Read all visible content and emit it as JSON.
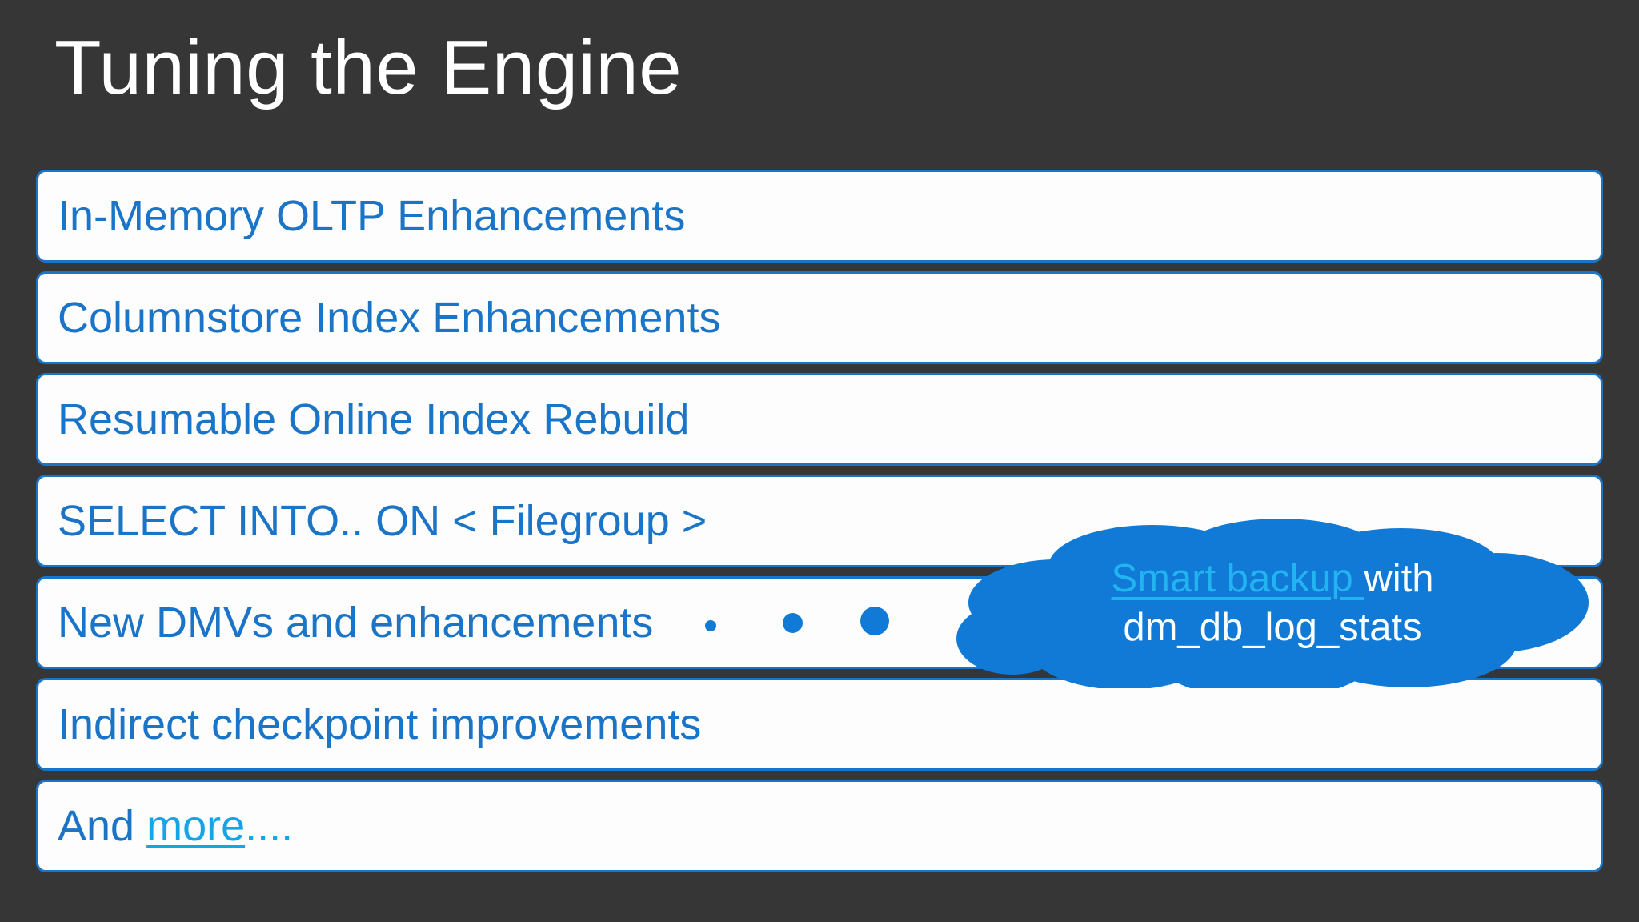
{
  "slide": {
    "title": "Tuning the Engine",
    "background_color": "#363636",
    "accent_color": "#1a74c8",
    "link_color": "#12a5e8"
  },
  "cards": [
    {
      "label": "In-Memory OLTP Enhancements"
    },
    {
      "label": "Columnstore Index Enhancements"
    },
    {
      "label": "Resumable Online Index Rebuild"
    },
    {
      "label": "SELECT INTO.. ON < Filegroup >"
    },
    {
      "label": "New DMVs and enhancements"
    },
    {
      "label": "Indirect checkpoint improvements"
    },
    {
      "lead": "And ",
      "link": "more",
      "trailing": "...."
    }
  ],
  "callout": {
    "shape": "thought-cloud",
    "fill_color": "#1179d6",
    "line1_link": "Smart backup ",
    "line1_rest": "with",
    "line2": "dm_db_log_stats",
    "trail_dots": 3
  }
}
